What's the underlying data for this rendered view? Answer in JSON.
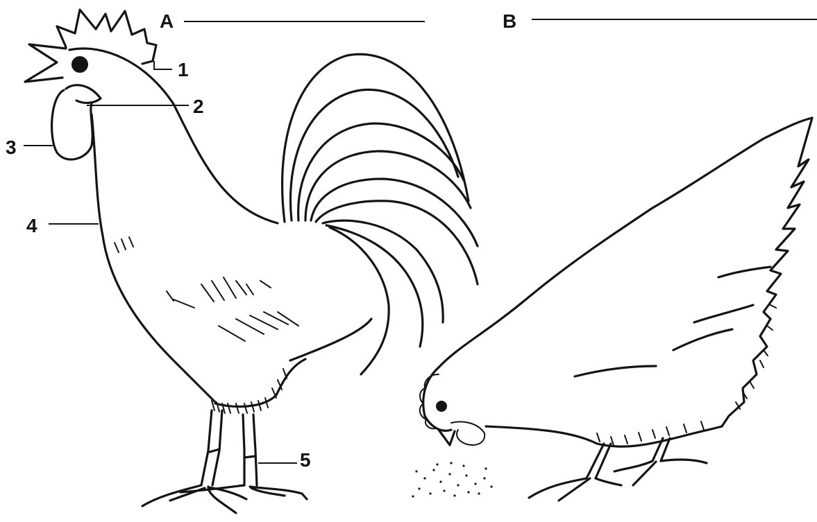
{
  "diagram": {
    "titles": {
      "rooster": "A",
      "hen": "B"
    },
    "labels": [
      {
        "id": "1",
        "text": "1"
      },
      {
        "id": "2",
        "text": "2"
      },
      {
        "id": "3",
        "text": "3"
      },
      {
        "id": "4",
        "text": "4"
      },
      {
        "id": "5",
        "text": "5"
      }
    ]
  }
}
